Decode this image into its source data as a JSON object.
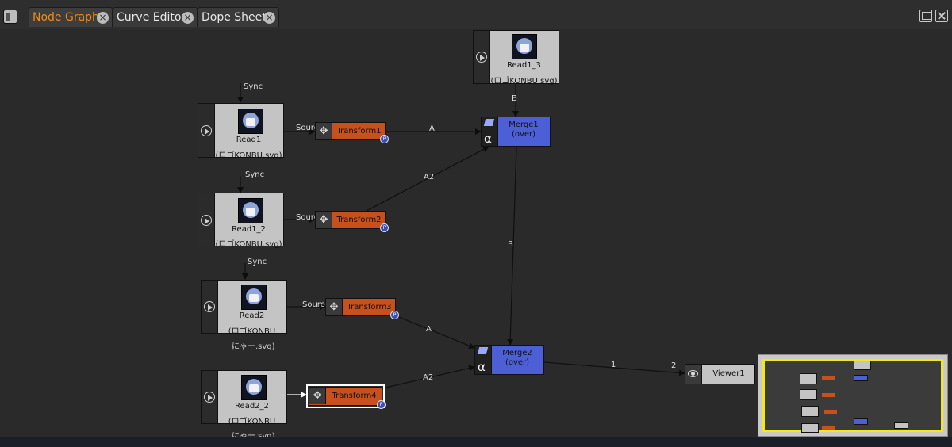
{
  "tabs": [
    {
      "label": "Node Graph",
      "active": true
    },
    {
      "label": "Curve Editor",
      "active": false
    },
    {
      "label": "Dope Sheet",
      "active": false
    }
  ],
  "nodes": {
    "read1": {
      "name": "Read1",
      "file": "(ロゴKONBU.svg)"
    },
    "read1_2": {
      "name": "Read1_2",
      "file": "(ロゴKONBU.svg)"
    },
    "read1_3": {
      "name": "Read1_3",
      "file": "(ロゴKONBU.svg)"
    },
    "read2": {
      "name": "Read2",
      "file": "(ロゴKONBU",
      "file_cont": "にゃー.svg)"
    },
    "read2_2": {
      "name": "Read2_2",
      "file": "(ロゴKONBU",
      "file_cont": "にゃー.svg)"
    },
    "transform1": {
      "name": "Transform1"
    },
    "transform2": {
      "name": "Transform2"
    },
    "transform3": {
      "name": "Transform3"
    },
    "transform4": {
      "name": "Transform4"
    },
    "merge1": {
      "name": "Merge1",
      "op": "(over)"
    },
    "merge2": {
      "name": "Merge2",
      "op": "(over)"
    },
    "viewer1": {
      "name": "Viewer1"
    }
  },
  "edge_labels": {
    "sync": "Sync",
    "source": "Source",
    "a": "A",
    "a2": "A2",
    "b": "B",
    "one": "1",
    "two": "2"
  },
  "badge_letter": "P",
  "colors": {
    "active_tab": "#f08c1a",
    "read_node": "#c4c4c4",
    "transform_node": "#c8501c",
    "merge_node": "#4d5fd6",
    "navigator_frame": "#f2ea18"
  }
}
